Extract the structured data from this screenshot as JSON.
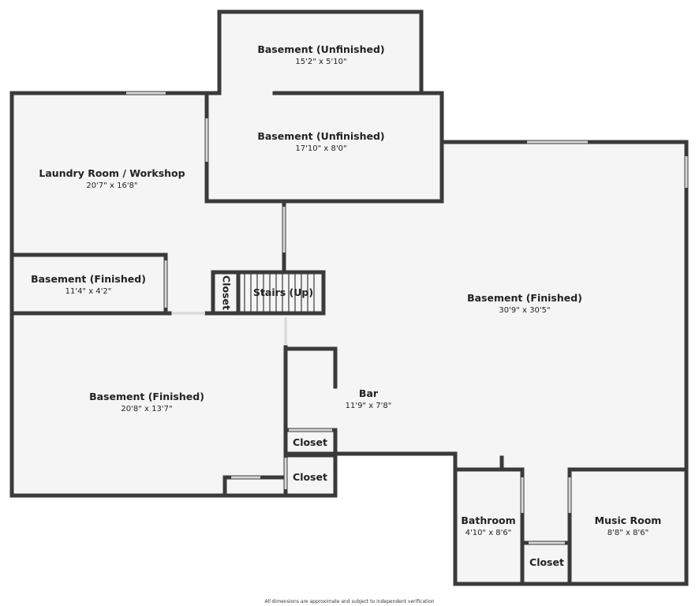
{
  "rooms": [
    {
      "id": "basement-unfinished-top",
      "name": "Basement (Unfinished)",
      "dims": "15'2\" x 5'10\""
    },
    {
      "id": "basement-unfinished-mid",
      "name": "Basement (Unfinished)",
      "dims": "17'10\" x 8'0\""
    },
    {
      "id": "laundry",
      "name": "Laundry Room / Workshop",
      "dims": "20'7\" x 16'8\""
    },
    {
      "id": "basement-finished-small",
      "name": "Basement (Finished)",
      "dims": "11'4\" x 4'2\""
    },
    {
      "id": "closet-stairs",
      "name": "Closet",
      "dims": ""
    },
    {
      "id": "stairs",
      "name": "Stairs (Up)",
      "dims": ""
    },
    {
      "id": "basement-finished-main",
      "name": "Basement (Finished)",
      "dims": "30'9\" x 30'5\""
    },
    {
      "id": "basement-finished-left",
      "name": "Basement (Finished)",
      "dims": "20'8\" x 13'7\""
    },
    {
      "id": "bar",
      "name": "Bar",
      "dims": "11'9\" x 7'8\""
    },
    {
      "id": "closet-bar-1",
      "name": "Closet",
      "dims": ""
    },
    {
      "id": "closet-bar-2",
      "name": "Closet",
      "dims": ""
    },
    {
      "id": "bathroom",
      "name": "Bathroom",
      "dims": "4'10\" x 8'6\""
    },
    {
      "id": "closet-hall",
      "name": "Closet",
      "dims": ""
    },
    {
      "id": "music-room",
      "name": "Music Room",
      "dims": "8'8\" x 8'6\""
    }
  ],
  "footer": "All dimensions are approximate and subject to independent verification",
  "colors": {
    "wall": "#3a3a3a",
    "floor": "#f5f5f5",
    "window": "#d8d8d8"
  }
}
